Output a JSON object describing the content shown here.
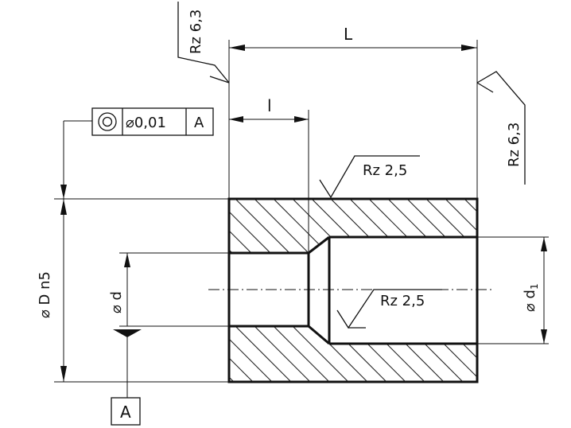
{
  "dimensions": {
    "overall_length": "L",
    "step_length": "l",
    "outer_diameter": "⌀ D n5",
    "bore_diameter": "⌀ d",
    "counterbore_diameter": "⌀ d",
    "counterbore_subscript": "1"
  },
  "surface_finish": {
    "left_face": "Rz 6,3",
    "right_face": "Rz 6,3",
    "outer_surface": "Rz 2,5",
    "bore_surface": "Rz 2,5"
  },
  "feature_control_frame": {
    "symbol_icon": "concentricity-icon",
    "tolerance": "⌀0,01",
    "datum": "A"
  },
  "datum_label": "A"
}
